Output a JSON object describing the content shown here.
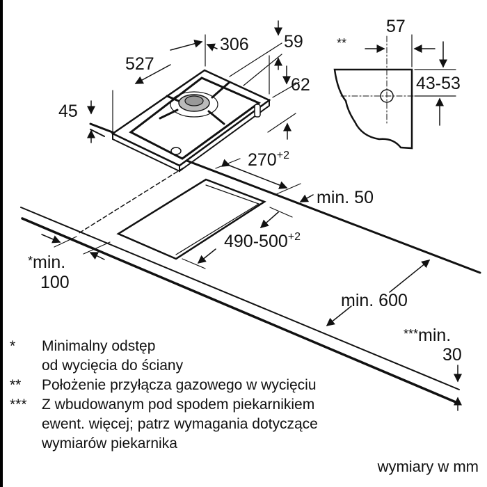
{
  "dimensions": {
    "hob_depth": "527",
    "hob_width": "306",
    "gas_offset_top": "59",
    "leg_height": "62",
    "hob_height": "45",
    "detail_marker": "**",
    "connection_offset": "57",
    "connection_height": "43-53",
    "cutout_width": "270",
    "cutout_width_tol": "+2",
    "rear_clearance": "min. 50",
    "cutout_depth": "490-500",
    "cutout_depth_tol": "+2",
    "wall_clearance_marker": "*",
    "wall_clearance_line1": "min.",
    "wall_clearance_line2": "100",
    "counter_depth": "min. 600",
    "oven_clearance_marker": "***",
    "oven_clearance_line1": "min.",
    "oven_clearance_line2": "30"
  },
  "legend": [
    {
      "mark": "*",
      "lines": [
        "Minimalny odstęp",
        "od wycięcia do ściany"
      ]
    },
    {
      "mark": "**",
      "lines": [
        "Położenie przyłącza gazowego w wycięciu"
      ]
    },
    {
      "mark": "***",
      "lines": [
        "Z wbudowanym pod spodem piekarnikiem",
        "ewent. więcej; patrz wymagania dotyczące",
        "wymiarów piekarnika"
      ]
    }
  ],
  "units_note": "wymiary w mm"
}
